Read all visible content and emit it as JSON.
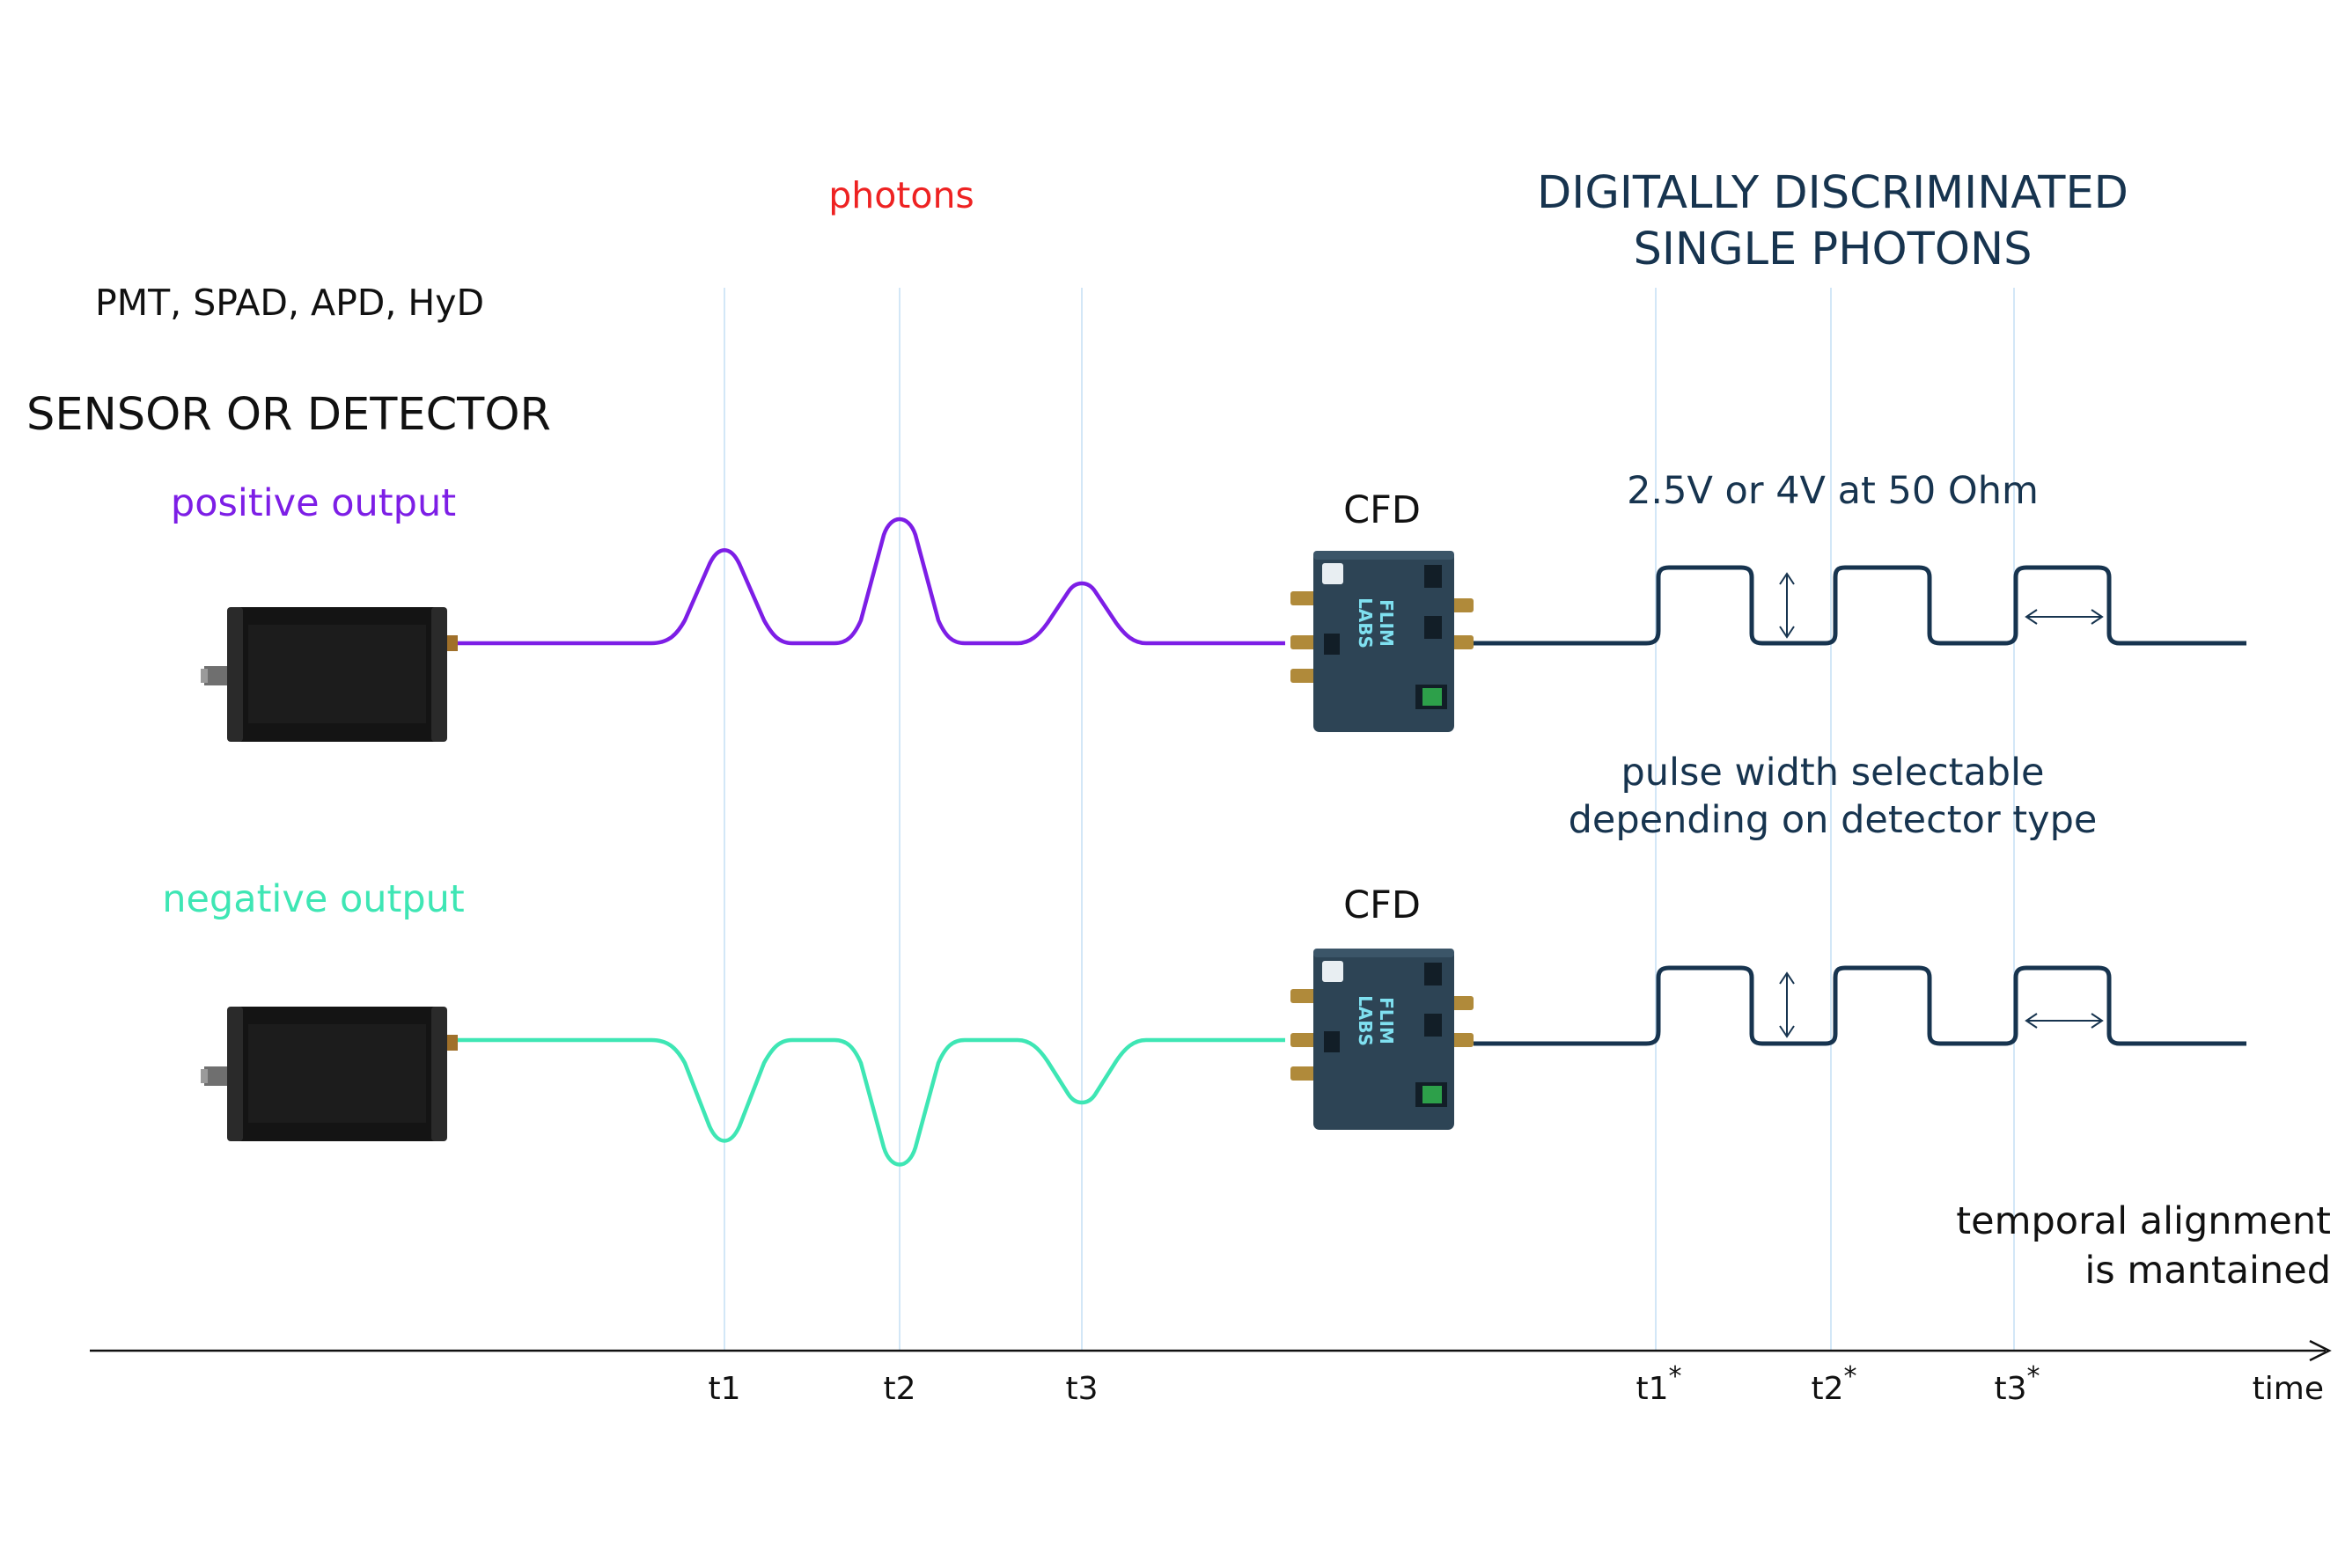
{
  "header": {
    "photons_label": "photons",
    "detector_types": "PMT, SPAD, APD, HyD",
    "sensor_title": "SENSOR OR DETECTOR",
    "output_title_line1": "DIGITALLY DISCRIMINATED",
    "output_title_line2": "SINGLE PHOTONS"
  },
  "rows": {
    "positive_label": "positive output",
    "negative_label": "negative output"
  },
  "cfd": {
    "label": "CFD",
    "brand_line1": "FLIM",
    "brand_line2": "LABS"
  },
  "annotations": {
    "voltage": "2.5V or 4V at 50 Ohm",
    "pulse_width_line1": "pulse width selectable",
    "pulse_width_line2": "depending on detector type",
    "alignment_line1": "temporal alignment",
    "alignment_line2": "is mantained"
  },
  "axis": {
    "ticks_in": [
      "t1",
      "t2",
      "t3"
    ],
    "ticks_out": [
      "t1",
      "t2",
      "t3"
    ],
    "star": "*",
    "time_label": "time"
  },
  "colors": {
    "positive": "#7d1ee6",
    "negative": "#3ee6b4",
    "photons": "#ee2222",
    "digital": "#17344f",
    "navy_text": "#17344f",
    "guide": "#d3e7f7",
    "detector_body": "#141414",
    "cfd_body": "#2d4455"
  }
}
